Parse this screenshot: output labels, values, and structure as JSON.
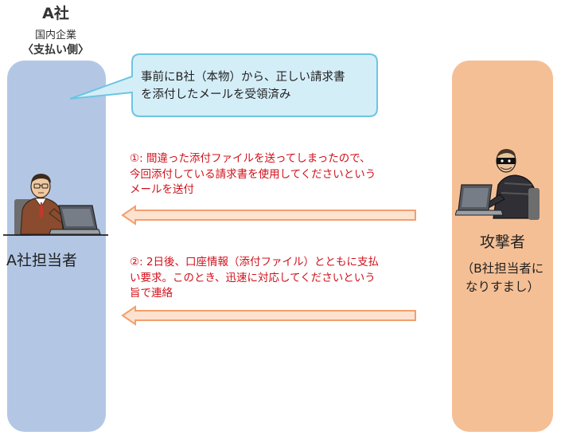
{
  "company_a": {
    "title": "A社",
    "subtitle": "国内企業",
    "role": "〈支払い側〉",
    "person_label": "A社担当者"
  },
  "bubble": {
    "line1": "事前にB社（本物）から、正しい請求書",
    "line2": "を添付したメールを受領済み"
  },
  "messages": [
    {
      "line1": "①: 間違った添付ファイルを送ってしまったので、",
      "line2": "今回添付している請求書を使用してくださいという",
      "line3": "メールを送付"
    },
    {
      "line1": "②: 2日後、口座情報（添付ファイル）とともに支払",
      "line2": "い要求。このとき、迅速に対応してくださいという",
      "line3": "旨で連絡"
    }
  ],
  "attacker": {
    "label": "攻撃者",
    "note_line1": "（B社担当者に",
    "note_line2": "なりすまし）"
  },
  "colors": {
    "lane_a": "#b3c7e5",
    "lane_b": "#f5bf95",
    "bubble_fill": "#d4eef8",
    "bubble_stroke": "#6cc5e2",
    "arrow_fill": "#fde2d0",
    "arrow_stroke": "#f2a06d",
    "message_text": "#d0101a"
  },
  "icons": {
    "person_a": "office-worker-at-laptop-icon",
    "attacker": "masked-hacker-at-laptop-icon"
  }
}
